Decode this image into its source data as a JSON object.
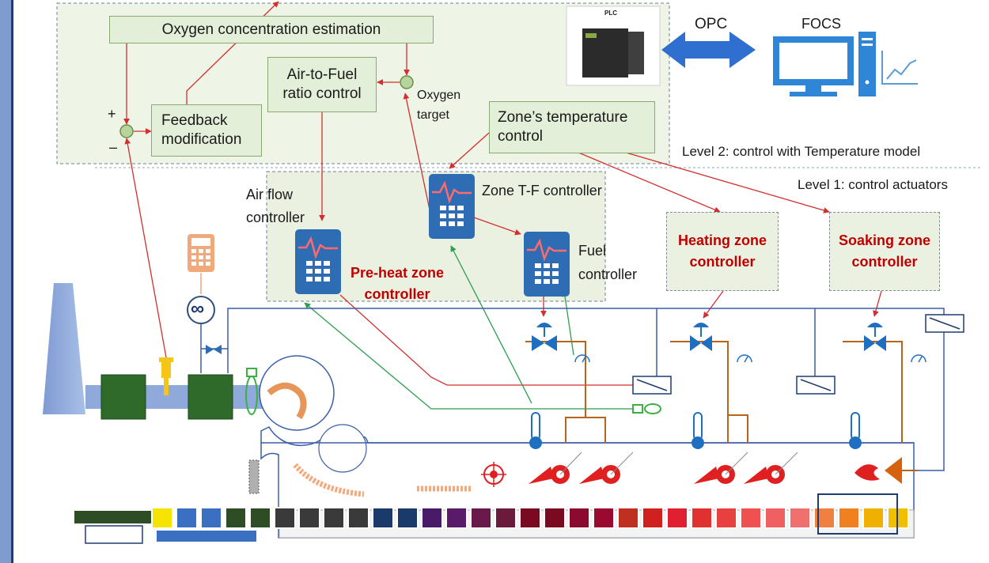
{
  "diagram": {
    "oxygen_estimation": "Oxygen concentration estimation",
    "air_fuel_line1": "Air-to-Fuel",
    "air_fuel_line2": "ratio control",
    "oxygen_target_line1": "Oxygen",
    "oxygen_target_line2": "target",
    "feedback_line1": "Feedback",
    "feedback_line2": "modification",
    "plus_sign": "+",
    "minus_sign": "–",
    "zone_temp_line1": "Zone’s temperature",
    "zone_temp_line2": "control",
    "plc_label": "PLC",
    "opc_label": "OPC",
    "focs_label": "FOCS",
    "level2": "Level 2: control with Temperature model",
    "level1": "Level 1: control actuators",
    "air_flow_line1": "Air flow",
    "air_flow_line2": "controller",
    "zone_tf": "Zone T-F controller",
    "fuel_line1": "Fuel",
    "fuel_line2": "controller",
    "preheat_line1": "Pre-heat zone",
    "preheat_line2": "controller",
    "heating_line1": "Heating zone",
    "heating_line2": "controller",
    "soaking_line1": "Soaking zone",
    "soaking_line2": "controller",
    "infinity_symbol": "∞"
  },
  "colors": {
    "box_fill": "#e4efd9",
    "box_border": "#8aa96e",
    "red_arrow": "#d32f2f",
    "green_arrow": "#2e9e4f",
    "controller_blue": "#2e6db4",
    "pipe_orange": "#b8651c",
    "valve_blue": "#1f6fc0",
    "burner_red": "#e02020",
    "chimney": "#8fa9db",
    "fan_green": "#2f6a2a"
  },
  "icons": [
    "plc-icon",
    "computer-icon",
    "chart-trend-icon",
    "controller-icon",
    "valve-icon",
    "thermometer-icon",
    "burner-icon",
    "damper-icon",
    "calculator-icon",
    "sensor-icon"
  ],
  "slab_colors": [
    "#2e4d24",
    "#f5e400",
    "#3b6fc1",
    "#3b6fc1",
    "#2e4d24",
    "#2e4d24",
    "#3a3a3a",
    "#3a3a3a",
    "#3a3a3a",
    "#3a3a3a",
    "#1a3a6a",
    "#1a3a6a",
    "#4a1a6a",
    "#5a1a6a",
    "#6a1a4a",
    "#6a1a3a",
    "#7a0a20",
    "#7a0a20",
    "#8a0a30",
    "#9a0a30",
    "#c03020",
    "#d02020",
    "#e02030",
    "#e03030",
    "#e84040",
    "#f05050",
    "#f06060",
    "#f07070",
    "#f08040",
    "#f08020",
    "#f0b000",
    "#f0c000"
  ]
}
